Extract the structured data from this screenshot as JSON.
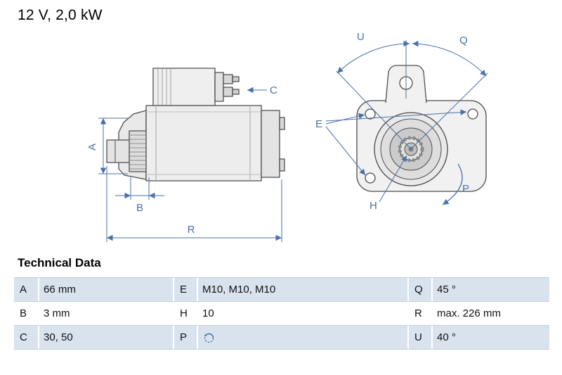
{
  "header": {
    "title": "12 V, 2,0 kW"
  },
  "diagram": {
    "labels": {
      "A": "A",
      "B": "B",
      "C": "C",
      "R": "R",
      "U": "U",
      "Q": "Q",
      "E": "E",
      "H": "H",
      "P": "P"
    }
  },
  "technical_data": {
    "heading": "Technical Data",
    "rows": [
      {
        "items": [
          {
            "key": "A",
            "value": "66 mm"
          },
          {
            "key": "E",
            "value": "M10, M10, M10"
          },
          {
            "key": "Q",
            "value": "45 °"
          }
        ]
      },
      {
        "items": [
          {
            "key": "B",
            "value": "3 mm"
          },
          {
            "key": "H",
            "value": "10"
          },
          {
            "key": "R",
            "value": "max. 226 mm"
          }
        ]
      },
      {
        "items": [
          {
            "key": "C",
            "value": "30, 50"
          },
          {
            "key": "P",
            "value": "",
            "value_icon": "rotation-ccw-icon"
          },
          {
            "key": "U",
            "value": "40 °"
          }
        ]
      }
    ]
  },
  "colors": {
    "accent_blue": "#4a71a8",
    "row_highlight": "#d9e3ee"
  }
}
